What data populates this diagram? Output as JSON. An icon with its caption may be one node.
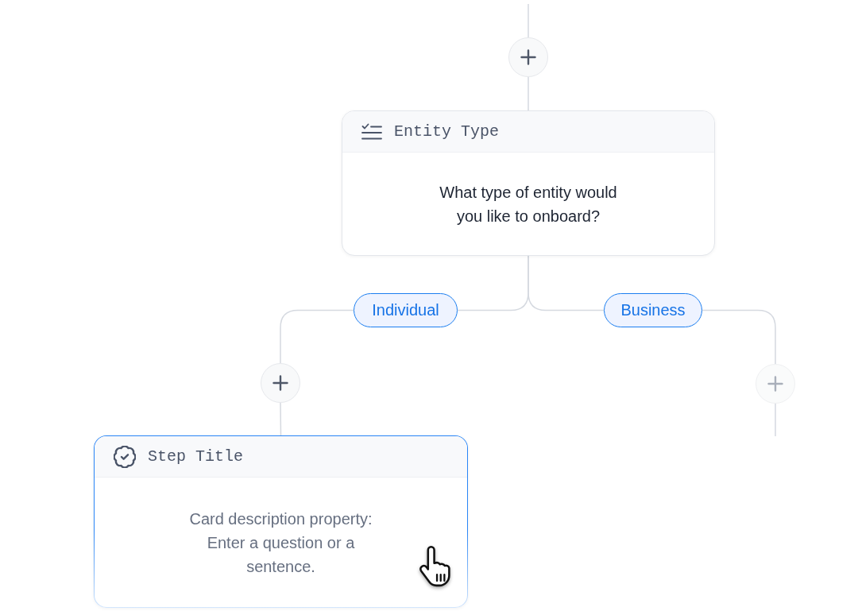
{
  "diagram": {
    "nodes": [
      {
        "text": [],
        "shape": "circle"
      },
      {
        "text": [
          "Entity Type",
          "What type of entity would you like to onboard?"
        ]
      },
      {
        "text": [
          "Individual"
        ]
      },
      {
        "text": [
          "Business"
        ]
      },
      {
        "text": [],
        "shape": "circle"
      },
      {
        "text": [],
        "shape": "circle"
      },
      {
        "text": [
          "Step Title",
          "Card description property: Enter a question or a sentence."
        ]
      }
    ],
    "edges": [
      {
        "from": null,
        "to": 0,
        "arrow": "none"
      },
      {
        "from": 0,
        "to": 1,
        "arrow": "none"
      },
      {
        "from": 1,
        "to": 2,
        "arrow": "none"
      },
      {
        "from": 1,
        "to": 3,
        "arrow": "none"
      },
      {
        "from": 2,
        "to": 4,
        "arrow": "none"
      },
      {
        "from": 3,
        "to": 5,
        "arrow": "none"
      },
      {
        "from": 4,
        "to": 6,
        "arrow": "none"
      },
      {
        "from": 5,
        "to": null,
        "arrow": "none"
      }
    ]
  }
}
